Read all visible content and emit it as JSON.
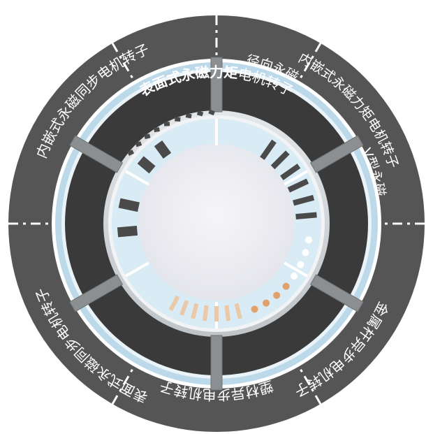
{
  "diagram": {
    "segments": [
      {
        "id": "top",
        "bold_text": "表面式永磁力矩",
        "text": "电机转子"
      },
      {
        "id": "upper-right",
        "line1": "内嵌式永磁力矩电机转子",
        "line2": "径向永磁",
        "line3": "V型永磁"
      },
      {
        "id": "lower-right",
        "text": "金属杆异步电机转子"
      },
      {
        "id": "bottom",
        "text": "塑材异步电机转子"
      },
      {
        "id": "lower-left",
        "text": "表面式永磁同步电机转子"
      },
      {
        "id": "upper-left",
        "text": "内嵌式永磁同步电机转子"
      }
    ],
    "colors": {
      "outer_ring": "#555555",
      "dark_band": "#3a3a3a",
      "light_blue": "#bcd9ea",
      "pale_blue": "#d9ebf5",
      "silver": "#cfd3d6",
      "spoke": "#8c8f92",
      "hub": "#ecedf1",
      "orange_dot": "#e2a06b",
      "divider": "#ffffff"
    }
  }
}
